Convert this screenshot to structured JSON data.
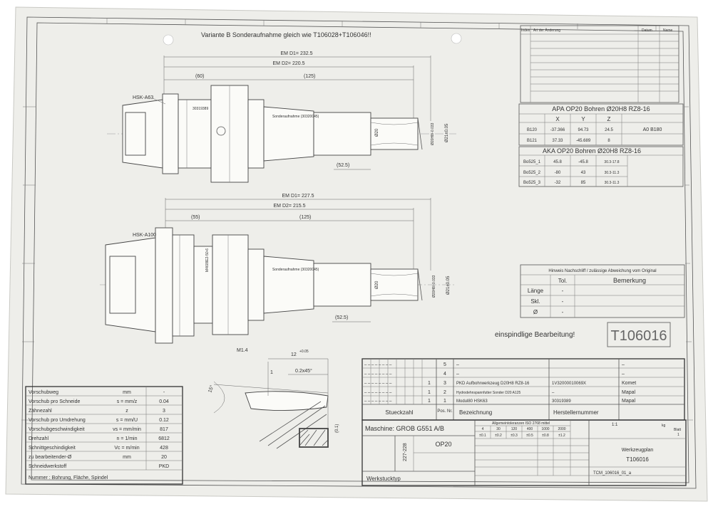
{
  "header_note": "Variante B Sonderaufnahme gleich wie T106028+T106046!!",
  "revision_block": {
    "col_index": "Index",
    "col_change": "Art der Änderung",
    "col_date": "Datum",
    "col_name": "Name"
  },
  "upper_tool": {
    "label": "HSK-A63",
    "part_marks": [
      "30319389",
      "Sonderaufnahme (30320045)"
    ],
    "dims": {
      "em_d1": "EM D1= 232.5",
      "em_d2": "EM D2= 220.5",
      "d60": "(60)",
      "d125": "(125)",
      "d52": "(52.5)",
      "dia20": "Ø20",
      "dia20h8": "Ø20H8/-0.033",
      "dia21": "Ø21±0.05"
    }
  },
  "lower_tool": {
    "label": "HSK-A100",
    "part_marks": [
      "M4609E2-50-6",
      "Sonderaufnahme (30320045)"
    ],
    "dims": {
      "em_d1": "EM D1= 227.5",
      "em_d2": "EM D2= 215.5",
      "d55": "(55)",
      "d125": "(125)",
      "d52": "(52.5)",
      "dia20": "Ø20",
      "dia20h8": "Ø20H8/-0.033",
      "dia21": "Ø21±0.05"
    }
  },
  "apa_table": {
    "title": "APA OP20 Bohren Ø20H8 RZ8-16",
    "headers": [
      "",
      "X",
      "Y",
      "Z",
      ""
    ],
    "rows": [
      [
        "B120",
        "-37.366",
        "94.73",
        "24.5",
        "A0 B180"
      ],
      [
        "B121",
        "37.33",
        "-45.689",
        "8",
        ""
      ]
    ]
  },
  "aka_table": {
    "title": "AKA OP20 Bohren Ø20H8 RZ8-16",
    "rows": [
      [
        "Bo525_1",
        "45.8",
        "-45.8",
        "30.3-17.8"
      ],
      [
        "Bo525_2",
        "-80",
        "43",
        "30.3-11.3"
      ],
      [
        "Bo525_3",
        "-32",
        "85",
        "30.3-11.3"
      ]
    ]
  },
  "regrind_table": {
    "title": "Hinweis Nachschliff / zulässige Abweichung vom Original",
    "headers": [
      "",
      "Tol.",
      "Bemerkung"
    ],
    "rows": [
      [
        "Länge",
        "-",
        ""
      ],
      [
        "Skl.",
        "-",
        ""
      ],
      [
        "Ø",
        "-",
        ""
      ]
    ]
  },
  "note_single_spindle": "einspindlige Bearbeitung!",
  "tool_number_box": "T106016",
  "detail": {
    "m14": "M1.4",
    "d12": "12",
    "d12_tol": "+0.05",
    "chamfer": "0.2x45°",
    "angle": "15°",
    "val1": "1",
    "dim_side": "(0.1)"
  },
  "cutting_params": {
    "rows": [
      {
        "label": "Vorschubweg",
        "symbol": "mm",
        "value": "-"
      },
      {
        "label": "Vorschub pro Schneide",
        "symbol": "s = mm/z",
        "value": "0.04"
      },
      {
        "label": "Zähnezahl",
        "symbol": "z",
        "value": "3"
      },
      {
        "label": "Vorschub pro Umdrehung",
        "symbol": "s = mm/U",
        "value": "0.12"
      },
      {
        "label": "Vorschubgeschwindigkeit",
        "symbol": "vs = mm/min",
        "value": "817"
      },
      {
        "label": "Drehzahl",
        "symbol": "n = 1/min",
        "value": "6812"
      },
      {
        "label": "Schnittgeschindigkeit",
        "symbol": "Vc = m/min",
        "value": "428"
      },
      {
        "label": "zu bearbeitender-Ø",
        "symbol": "mm",
        "value": "20"
      },
      {
        "label": "Schneidwerkstoff",
        "symbol": "",
        "value": "PKD"
      }
    ],
    "footer": "Nummer : Bohrung, Fläche, Spindel"
  },
  "parts_list": {
    "rows": [
      {
        "pos": "5",
        "name": "–",
        "number": "",
        "maker": "–"
      },
      {
        "pos": "4",
        "name": "–",
        "number": "",
        "maker": "–"
      },
      {
        "pos": "3",
        "name": "PKD Aufbohrwerkzeug D20H8 RZ8-16",
        "number": "1V32000010069X",
        "maker": "Komet"
      },
      {
        "pos": "2",
        "name": "Hydrodehnspannfutter Sonder D20 A125",
        "number": "–",
        "maker": "Mapal"
      },
      {
        "pos": "1",
        "name": "Modul80 HSK63",
        "number": "30319389",
        "maker": "Mapal"
      }
    ],
    "qty": "1",
    "header_qty": "Stueckzahl",
    "header_pos": "Pos. Nr.",
    "header_name": "Bezeichnung",
    "header_number": "Herstellernummer"
  },
  "title_block": {
    "machine": "Maschine: GROB G551 A/B",
    "op": "OP20",
    "workpiece_no": "227-228",
    "workpiece_type": "Werkstucktyp",
    "plan_title": "Werkzeugplan",
    "plan_number": "T106016",
    "drawing_id": "TCM_106016_01_a",
    "tol_header": "Allgemeintoleranzen ISO 2768 mittel",
    "tol_row": [
      "4",
      "30",
      "120",
      "400",
      "1000",
      "2000"
    ],
    "tol_vals": [
      "±0.1",
      "±0.2",
      "±0.3",
      "±0.5",
      "±0.8",
      "±1.2"
    ],
    "scale": "1:1",
    "weight": "kg",
    "sheet": "Blatt",
    "sheet_no": "1"
  }
}
